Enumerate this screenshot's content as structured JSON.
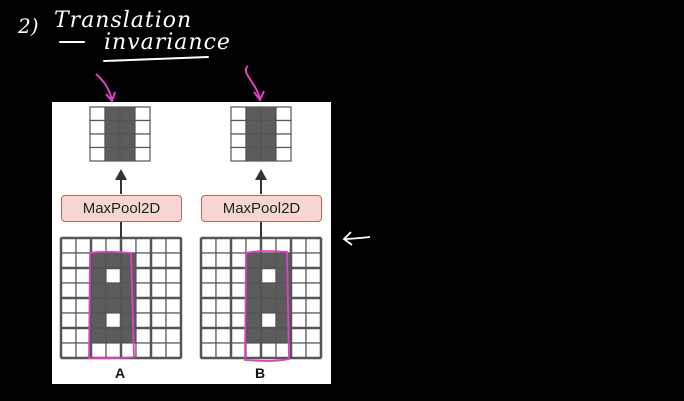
{
  "annotations": {
    "number": "2)",
    "title_line1": "Translation",
    "title_line2": "invariance"
  },
  "figure": {
    "pool_label": "MaxPool2D",
    "panel_a_label": "A",
    "panel_b_label": "B",
    "colors": {
      "cell_dark": "#5c5c5c",
      "cell_light": "#ffffff",
      "grid_line": "#555555",
      "pool_fill": "#f6d6d2",
      "pool_border": "#c0645c",
      "highlight": "#e040c8"
    }
  }
}
